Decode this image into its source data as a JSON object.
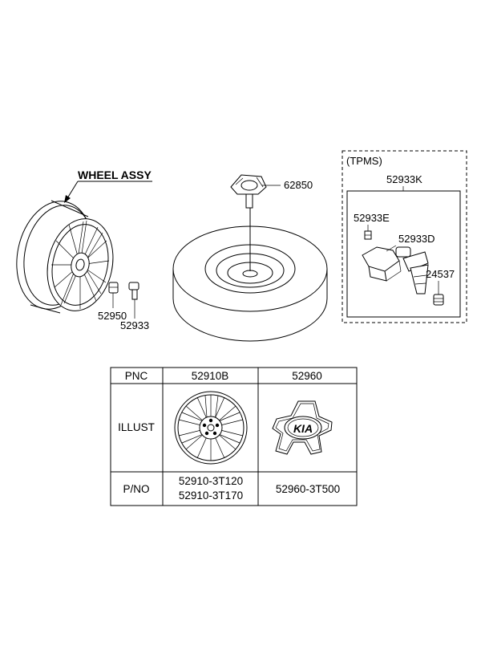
{
  "title": "WHEEL ASSY",
  "parts": {
    "lug_nut_socket": "52950",
    "valve_52933": "52933",
    "spare_hanger": "62850",
    "tpms_group": "(TPMS)",
    "tpms_kit": "52933K",
    "tpms_nut": "52933E",
    "tpms_sensor": "52933D",
    "tpms_valve_cap": "24537"
  },
  "table": {
    "headers": {
      "pnc": "PNC",
      "illust": "ILLUST",
      "pno": "P/NO"
    },
    "columns": [
      {
        "pnc": "52910B",
        "pno_lines": [
          "52910-3T120",
          "52910-3T170"
        ],
        "illust": "wheel-illustration"
      },
      {
        "pnc": "52960",
        "pno_lines": [
          "52960-3T500"
        ],
        "illust": "hub-cap-illustration"
      }
    ],
    "cap_logo_text": "KIA"
  }
}
